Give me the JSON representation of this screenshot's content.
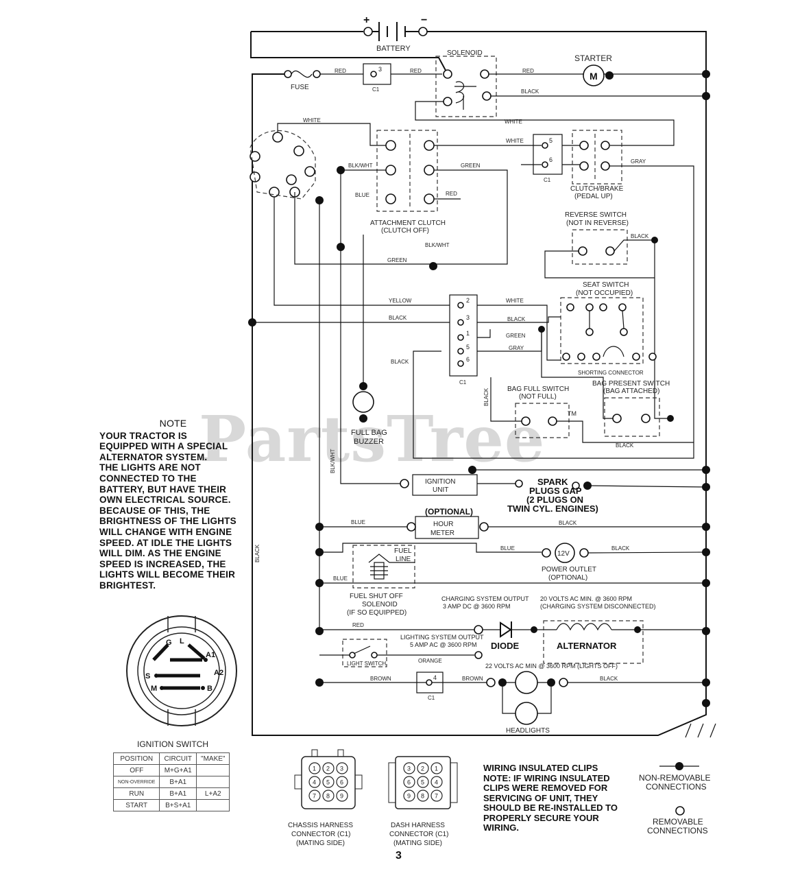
{
  "watermark": "PartsTree",
  "watermark_tm": "TM",
  "page_number": "3",
  "labels": {
    "battery": "BATTERY",
    "plus": "+",
    "minus": "−",
    "solenoid": "SOLENOID",
    "starter": "STARTER",
    "starter_m": "M",
    "fuse": "FUSE",
    "red": "RED",
    "black": "BLACK",
    "white": "WHITE",
    "c1": "C1",
    "pin3": "3",
    "pin5": "5",
    "pin6": "6",
    "pin2": "2",
    "pin1": "1",
    "pin4": "4",
    "blk_wht": "BLK/WHT",
    "green": "GREEN",
    "blue": "BLUE",
    "gray": "GRAY",
    "yellow": "YELLOW",
    "orange": "ORANGE",
    "brown": "BROWN",
    "attachment_clutch": "ATTACHMENT CLUTCH",
    "clutch_off": "(CLUTCH OFF)",
    "clutch_brake": "CLUTCH/BRAKE",
    "pedal_up": "(PEDAL UP)",
    "reverse_switch": "REVERSE SWITCH",
    "not_in_reverse": "(NOT IN REVERSE)",
    "seat_switch": "SEAT SWITCH",
    "not_occupied": "(NOT OCCUPIED)",
    "shorting_connector": "SHORTING CONNECTOR",
    "bag_full_switch": "BAG FULL SWITCH",
    "not_full": "(NOT FULL)",
    "bag_present_switch": "BAG PRESENT SWITCH",
    "bag_attached": "(BAG ATTACHED)",
    "full_bag_buzzer_1": "FULL BAG",
    "full_bag_buzzer_2": "BUZZER",
    "ignition_unit_1": "IGNITION",
    "ignition_unit_2": "UNIT",
    "spark_1": "SPARK",
    "spark_2": "PLUGS GAP",
    "spark_3": "(2 PLUGS ON",
    "spark_4": "TWIN CYL. ENGINES)",
    "optional": "(OPTIONAL)",
    "hour_meter_1": "HOUR",
    "hour_meter_2": "METER",
    "fuel_line_1": "FUEL",
    "fuel_line_2": "LINE",
    "power_outlet_1": "POWER OUTLET",
    "power_outlet_2": "(OPTIONAL)",
    "twelve_v": "12V",
    "fuel_shutoff_1": "FUEL SHUT OFF",
    "fuel_shutoff_2": "SOLENOID",
    "fuel_shutoff_3": "(IF SO EQUIPPED)",
    "charging_output_1": "CHARGING SYSTEM OUTPUT",
    "charging_output_2": "3 AMP DC @ 3600 RPM",
    "ac_volts_1": "20 VOLTS AC MIN. @ 3600 RPM",
    "ac_volts_2": "(CHARGING SYSTEM DISCONNECTED)",
    "lighting_output_1": "LIGHTING SYSTEM OUTPUT",
    "lighting_output_2": "5 AMP AC @ 3600 RPM",
    "diode": "DIODE",
    "alternator": "ALTERNATOR",
    "light_switch": "LIGHT SWITCH",
    "ac_volts_lights": "22 VOLTS AC MIN @ 3600 RPM (LIGHTS OFF)",
    "headlights": "HEADLIGHTS",
    "ignition_switch": "IGNITION SWITCH",
    "chassis_1": "CHASSIS HARNESS",
    "chassis_2": "CONNECTOR (C1)",
    "chassis_3": "(MATING SIDE)",
    "dash_1": "DASH HARNESS",
    "dash_2": "CONNECTOR (C1)",
    "dash_3": "(MATING SIDE)",
    "non_removable_1": "NON-REMOVABLE",
    "non_removable_2": "CONNECTIONS",
    "removable_1": "REMOVABLE",
    "removable_2": "CONNECTIONS"
  },
  "ignition_letters": {
    "g": "G",
    "l": "L",
    "a1": "A1",
    "a2": "A2",
    "s": "S",
    "m": "M",
    "b": "B"
  },
  "note": {
    "title": "NOTE",
    "body": "YOUR TRACTOR IS\nEQUIPPED WITH A SPECIAL\nALTERNATOR SYSTEM.\nTHE LIGHTS ARE NOT\nCONNECTED TO THE\nBATTERY, BUT HAVE THEIR\nOWN ELECTRICAL SOURCE.\nBECAUSE OF THIS, THE\nBRIGHTNESS OF THE LIGHTS\nWILL CHANGE WITH ENGINE\nSPEED.  AT IDLE THE LIGHTS\nWILL DIM.  AS THE ENGINE\nSPEED IS INCREASED,  THE\nLIGHTS WILL BECOME THEIR\nBRIGHTEST."
  },
  "clip_note": "WIRING INSULATED CLIPS\nNOTE: IF WIRING INSULATED\nCLIPS WERE REMOVED FOR\nSERVICING OF UNIT, THEY\nSHOULD BE RE-INSTALLED TO\nPROPERLY SECURE YOUR\nWIRING.",
  "ignition_table": {
    "headers": [
      "POSITION",
      "CIRCUIT",
      "\"MAKE\""
    ],
    "rows": [
      [
        "OFF",
        "M+G+A1",
        ""
      ],
      [
        "NON-OVERRIDE",
        "B+A1",
        ""
      ],
      [
        "RUN",
        "B+A1",
        "L+A2"
      ],
      [
        "START",
        "B+S+A1",
        ""
      ]
    ]
  },
  "chassis_pins": [
    "1",
    "2",
    "3",
    "4",
    "5",
    "6",
    "7",
    "8",
    "9"
  ],
  "dash_pins": [
    "3",
    "2",
    "1",
    "6",
    "5",
    "4",
    "9",
    "8",
    "7"
  ]
}
